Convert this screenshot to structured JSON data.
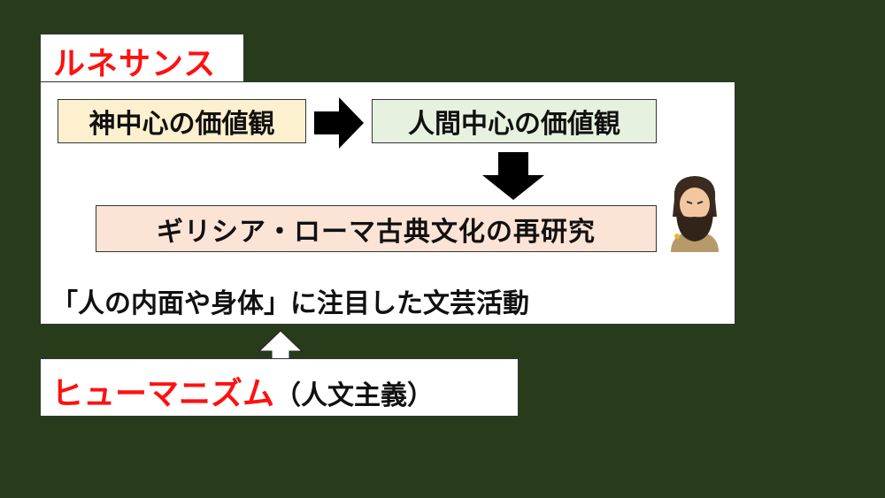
{
  "title": "ルネサンス",
  "flow": {
    "from": "神中心の価値観",
    "to": "人間中心の価値観",
    "result": "ギリシア・ローマ古典文化の再研究"
  },
  "summary": "「人の内面や身体」に注目した文芸活動",
  "bottom": {
    "term": "ヒューマニズム",
    "gloss": "（人文主義）"
  },
  "colors": {
    "background": "#283c1c",
    "accent": "#ff1010"
  }
}
